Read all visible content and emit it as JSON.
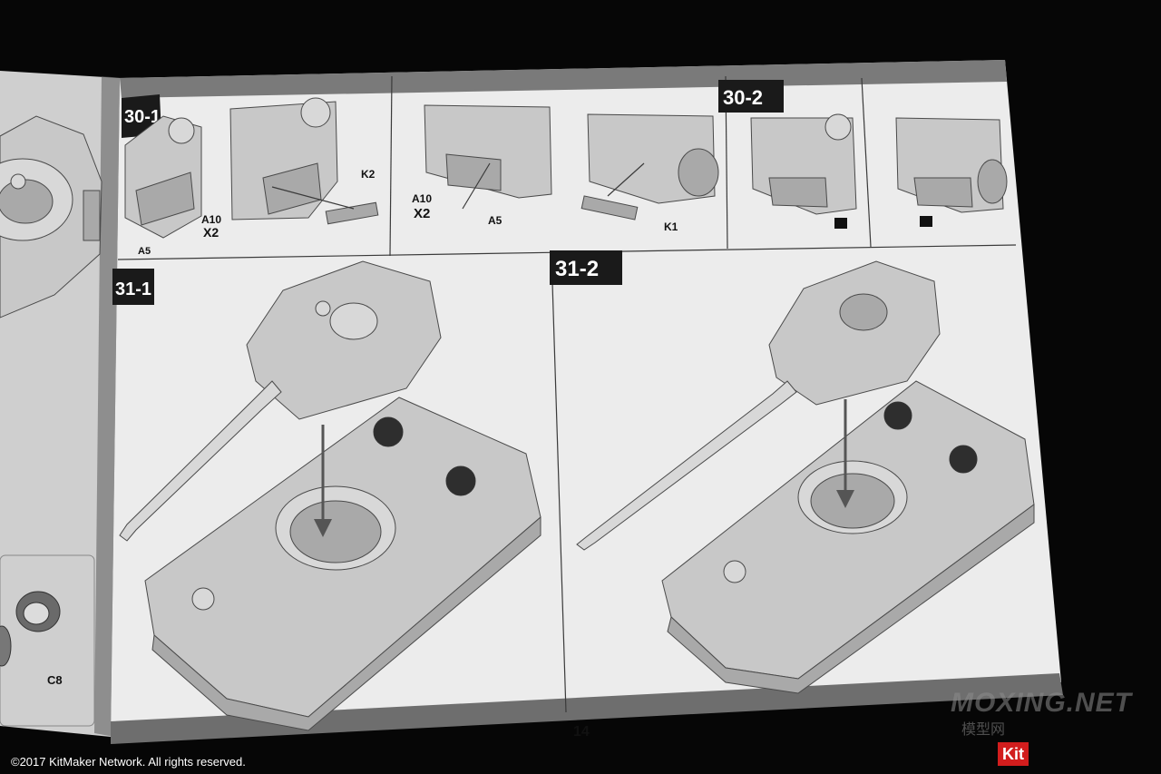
{
  "page_number": "14",
  "steps": [
    {
      "id": "30-1",
      "label": "30-1"
    },
    {
      "id": "30-2",
      "label": "30-2"
    },
    {
      "id": "31-1",
      "label": "31-1"
    },
    {
      "id": "31-2",
      "label": "31-2"
    }
  ],
  "part_callouts": {
    "a5_left": "A5",
    "a10_left": "A10",
    "x2_left": "X2",
    "k2": "K2",
    "a10_mid": "A10",
    "x2_mid": "X2",
    "a5_mid": "A5",
    "k1": "K1",
    "c8": "C8"
  },
  "copyright": "©2017 KitMaker Network. All rights reserved.",
  "watermark": {
    "main": "MOXING.NET",
    "sub": "模型网",
    "badge": "Kit"
  }
}
